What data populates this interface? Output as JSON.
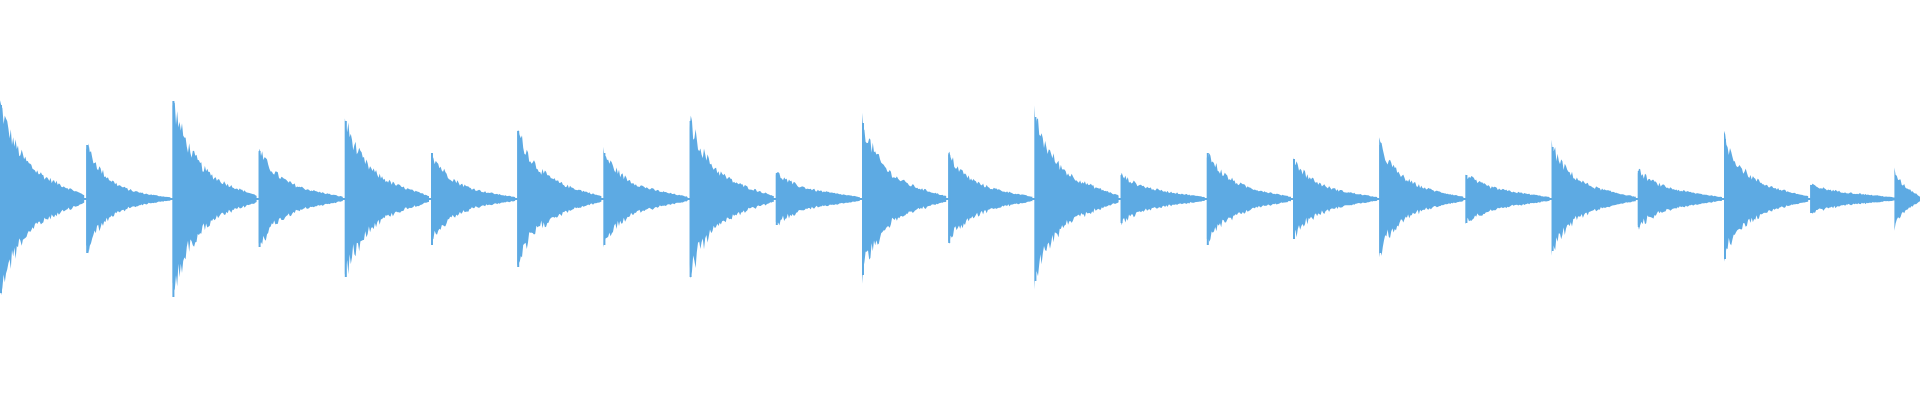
{
  "waveform": {
    "color": "#5daae3",
    "background": "#ffffff",
    "hit_count": 22,
    "hits": [
      {
        "peak": 0.47,
        "decay_level": 0.11
      },
      {
        "peak": 0.27,
        "decay_level": 0.03
      },
      {
        "peak": 0.49,
        "decay_level": 0.09
      },
      {
        "peak": 0.24,
        "decay_level": 0.05
      },
      {
        "peak": 0.39,
        "decay_level": 0.08
      },
      {
        "peak": 0.23,
        "decay_level": 0.04
      },
      {
        "peak": 0.34,
        "decay_level": 0.07
      },
      {
        "peak": 0.23,
        "decay_level": 0.05
      },
      {
        "peak": 0.39,
        "decay_level": 0.08
      },
      {
        "peak": 0.13,
        "decay_level": 0.04
      },
      {
        "peak": 0.38,
        "decay_level": 0.07
      },
      {
        "peak": 0.22,
        "decay_level": 0.05
      },
      {
        "peak": 0.41,
        "decay_level": 0.09
      },
      {
        "peak": 0.12,
        "decay_level": 0.04
      },
      {
        "peak": 0.23,
        "decay_level": 0.05
      },
      {
        "peak": 0.2,
        "decay_level": 0.04
      },
      {
        "peak": 0.27,
        "decay_level": 0.05
      },
      {
        "peak": 0.12,
        "decay_level": 0.04
      },
      {
        "peak": 0.26,
        "decay_level": 0.05
      },
      {
        "peak": 0.14,
        "decay_level": 0.04
      },
      {
        "peak": 0.3,
        "decay_level": 0.06
      },
      {
        "peak": 0.07,
        "decay_level": 0.03
      }
    ],
    "partial_hit_peak": 0.14
  }
}
